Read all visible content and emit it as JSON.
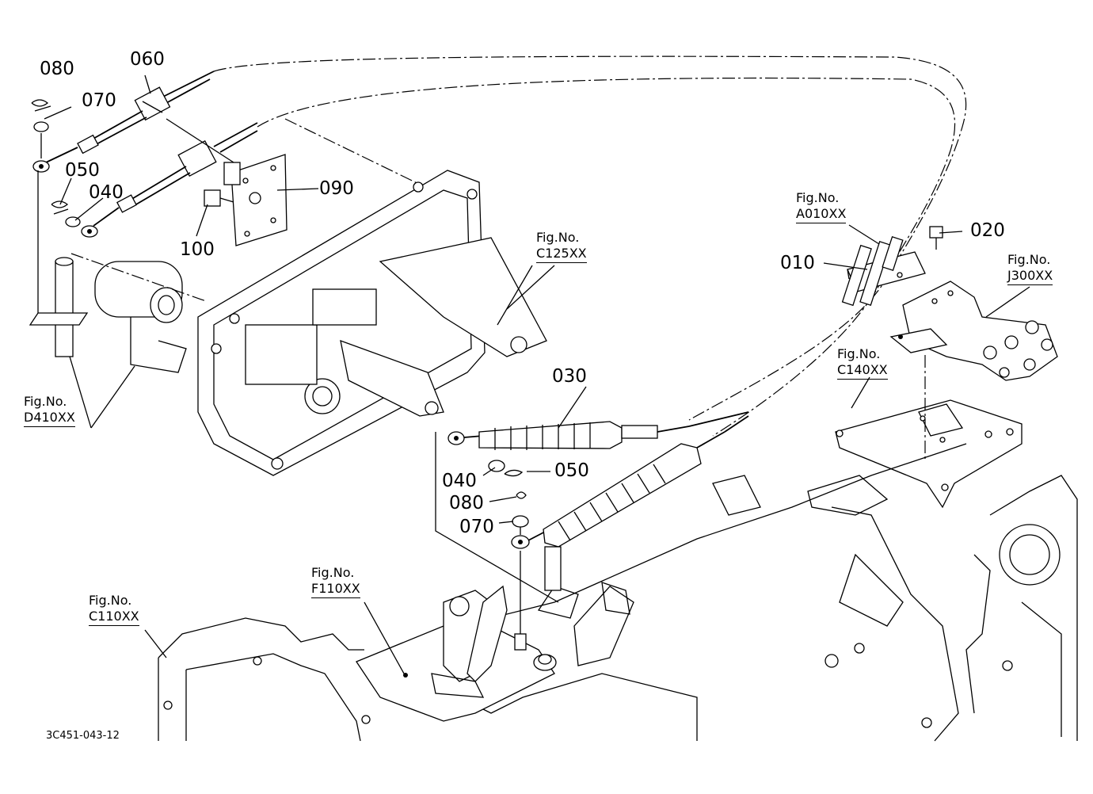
{
  "parts": [
    {
      "id": "p080a",
      "text": "080"
    },
    {
      "id": "p060",
      "text": "060"
    },
    {
      "id": "p070a",
      "text": "070"
    },
    {
      "id": "p050a",
      "text": "050"
    },
    {
      "id": "p040a",
      "text": "040"
    },
    {
      "id": "p090",
      "text": "090"
    },
    {
      "id": "p100",
      "text": "100"
    },
    {
      "id": "p020",
      "text": "020"
    },
    {
      "id": "p010",
      "text": "010"
    },
    {
      "id": "p030",
      "text": "030"
    },
    {
      "id": "p040b",
      "text": "040"
    },
    {
      "id": "p050b",
      "text": "050"
    },
    {
      "id": "p080b",
      "text": "080"
    },
    {
      "id": "p070b",
      "text": "070"
    }
  ],
  "figure_refs": [
    {
      "id": "c125",
      "label": "Fig.No.",
      "number": "C125XX"
    },
    {
      "id": "a010",
      "label": "Fig.No.",
      "number": "A010XX"
    },
    {
      "id": "j300",
      "label": "Fig.No.",
      "number": "J300XX"
    },
    {
      "id": "c140",
      "label": "Fig.No.",
      "number": "C140XX"
    },
    {
      "id": "d410",
      "label": "Fig.No.",
      "number": "D410XX"
    },
    {
      "id": "f110",
      "label": "Fig.No.",
      "number": "F110XX"
    },
    {
      "id": "c110",
      "label": "Fig.No.",
      "number": "C110XX"
    }
  ],
  "drawing_code": "3C451-043-12"
}
